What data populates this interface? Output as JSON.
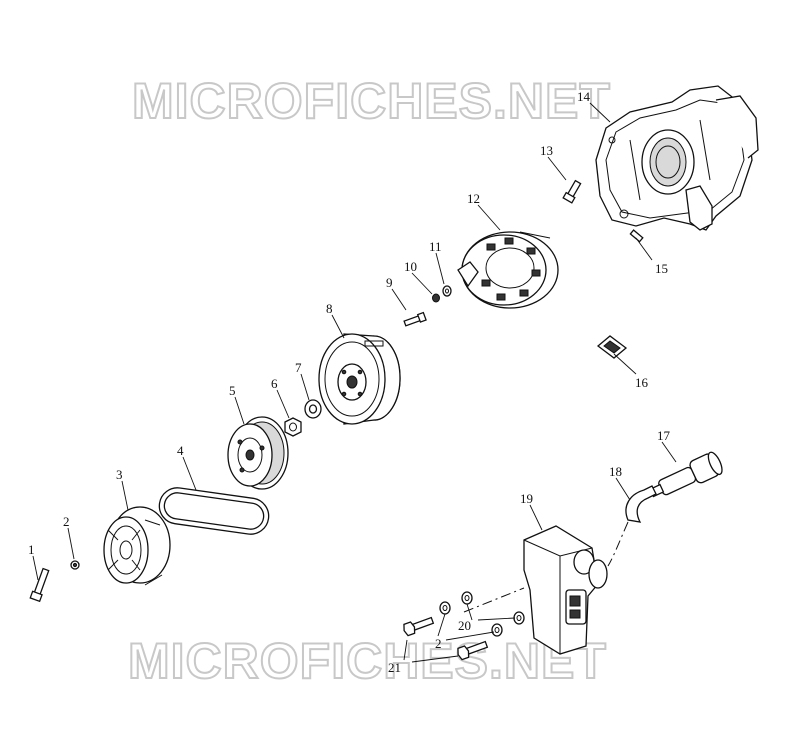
{
  "watermark": {
    "top": "MICROFICHES.NET",
    "bottom": "MICROFICHES.NET"
  },
  "callouts": {
    "c1": "1",
    "c2a": "2",
    "c2b": "2",
    "c3": "3",
    "c4": "4",
    "c5": "5",
    "c6": "6",
    "c7": "7",
    "c8": "8",
    "c9": "9",
    "c10": "10",
    "c11": "11",
    "c12": "12",
    "c13": "13",
    "c14": "14",
    "c15": "15",
    "c16": "16",
    "c17": "17",
    "c18": "18",
    "c19": "19",
    "c20": "20",
    "c21": "21"
  },
  "parts": [
    {
      "number": "1",
      "name": "bolt-icon"
    },
    {
      "number": "2",
      "name": "washer-icon"
    },
    {
      "number": "3",
      "name": "fan-cover-icon"
    },
    {
      "number": "4",
      "name": "belt-icon"
    },
    {
      "number": "5",
      "name": "starter-gear-icon"
    },
    {
      "number": "6",
      "name": "nut-icon"
    },
    {
      "number": "7",
      "name": "washer-icon"
    },
    {
      "number": "8",
      "name": "flywheel-icon"
    },
    {
      "number": "9",
      "name": "bolt-icon"
    },
    {
      "number": "10",
      "name": "washer-icon"
    },
    {
      "number": "11",
      "name": "washer-icon"
    },
    {
      "number": "12",
      "name": "stator-icon"
    },
    {
      "number": "13",
      "name": "bolt-icon"
    },
    {
      "number": "14",
      "name": "crankcase-cover-icon"
    },
    {
      "number": "15",
      "name": "pin-icon"
    },
    {
      "number": "16",
      "name": "clip-icon"
    },
    {
      "number": "17",
      "name": "spark-plug-cap-icon"
    },
    {
      "number": "18",
      "name": "ignition-lead-icon"
    },
    {
      "number": "19",
      "name": "ignition-coil-icon"
    },
    {
      "number": "20",
      "name": "washer-icon"
    },
    {
      "number": "21",
      "name": "bolt-icon"
    }
  ]
}
